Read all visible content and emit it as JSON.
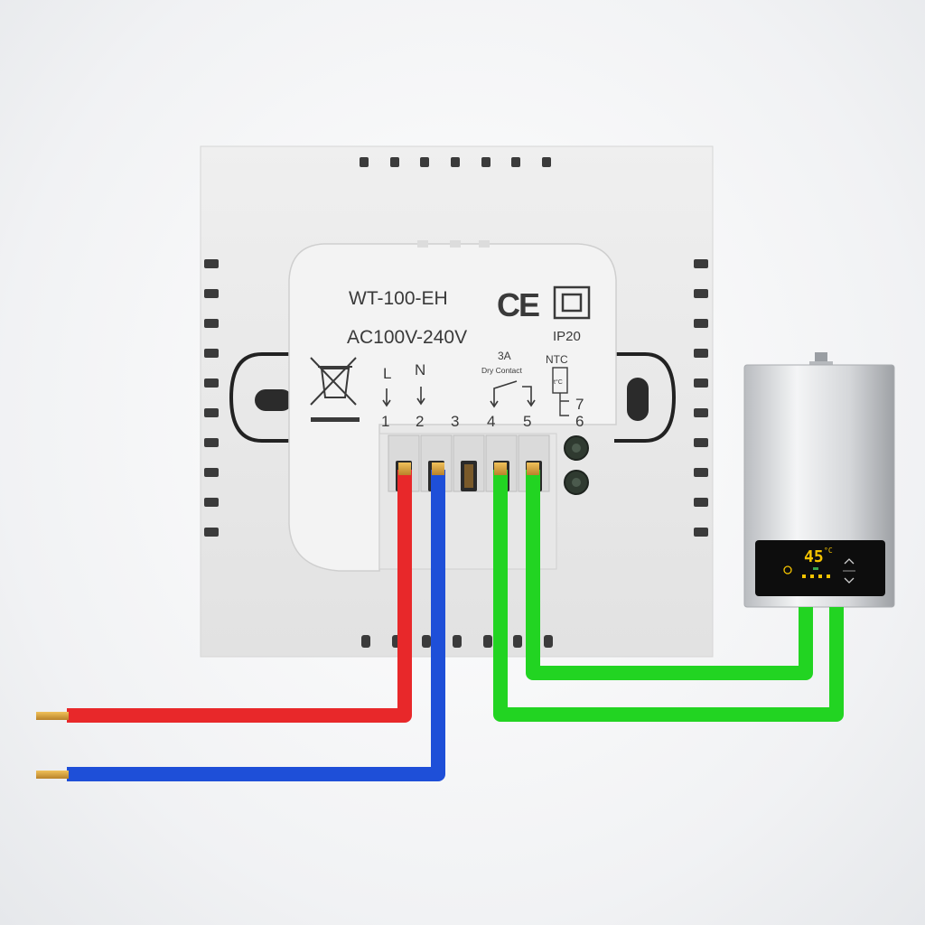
{
  "module": {
    "model": "WT-100-EH",
    "voltage": "AC100V-240V",
    "certification": "CE",
    "ip_rating": "IP20",
    "relay_current": "3A",
    "relay_type": "Dry Contact",
    "sensor": "NTC",
    "sensor_symbol": "t°C"
  },
  "terminals": [
    {
      "number": "1",
      "label": "L"
    },
    {
      "number": "2",
      "label": "N"
    },
    {
      "number": "3",
      "label": ""
    },
    {
      "number": "4",
      "label": ""
    },
    {
      "number": "5",
      "label": ""
    }
  ],
  "ntc_terminals": [
    "7",
    "6"
  ],
  "boiler": {
    "display_value": "45",
    "display_unit": "°C"
  },
  "colors": {
    "live_wire": "#e8282a",
    "neutral_wire": "#1e4fd8",
    "contact_wire": "#22d422",
    "copper": "#d9a640",
    "panel": "#ececec",
    "boiler_display": "#f5c400"
  },
  "icons": [
    "weee-crossed-bin-icon",
    "ce-mark-icon",
    "double-insulation-icon",
    "relay-contact-icon",
    "thermometer-sensor-icon"
  ]
}
